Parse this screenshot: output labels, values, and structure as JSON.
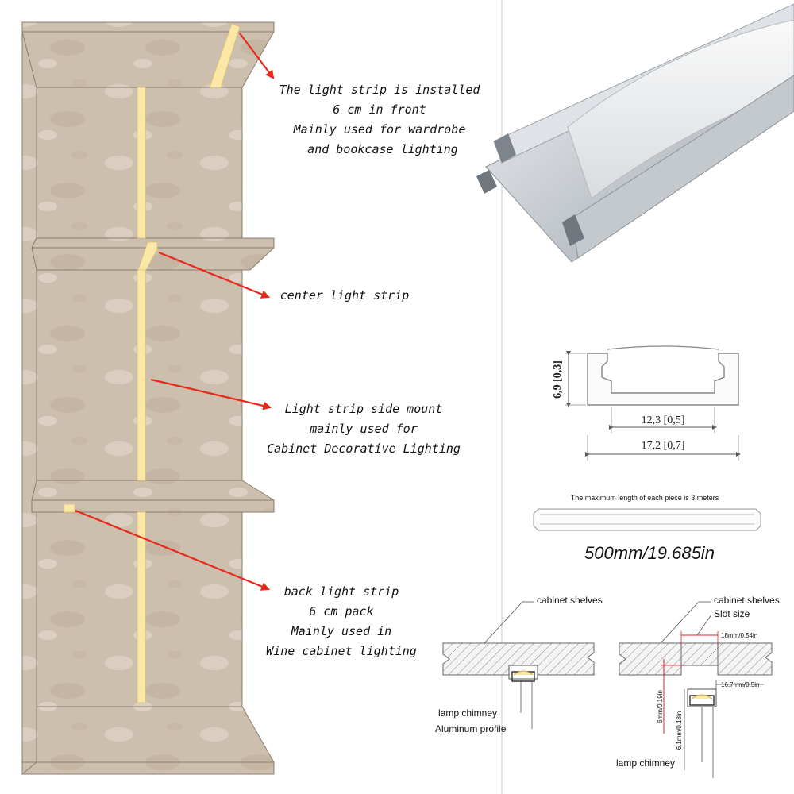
{
  "callouts": {
    "top": [
      "The light strip is installed",
      "6 cm in front",
      "Mainly used for wardrobe",
      "and bookcase lighting"
    ],
    "center": [
      "center light strip"
    ],
    "side": [
      "Light strip side mount",
      "mainly used for",
      "Cabinet Decorative Lighting"
    ],
    "back": [
      "back light strip",
      "6 cm pack",
      "Mainly used in",
      "Wine cabinet lighting"
    ]
  },
  "profile_drawing": {
    "height_label": "6,9 [0,3]",
    "inner_width_label": "12,3 [0,5]",
    "outer_width_label": "17,2 [0,7]"
  },
  "length_note": "The maximum length of each piece is 3 meters",
  "length_label": "500mm/19.685in",
  "install_left": {
    "shelves_label": "cabinet shelves",
    "chimney_label": "lamp chimney",
    "profile_label": "Aluminum profile"
  },
  "install_right": {
    "shelves_label": "cabinet shelves",
    "slot_label": "Slot size",
    "slot_width": "18mm/0.54in",
    "slot_depth": "6mm/0.19in",
    "profile_width": "16.7mm/0.5in",
    "profile_height": "6.1mm/0.18in",
    "chimney_label": "lamp chimney"
  },
  "colors": {
    "wood": "#cdbfad",
    "strip": "#fbe7a6",
    "arrow": "#e8281a",
    "dimension_red": "#e32020"
  }
}
